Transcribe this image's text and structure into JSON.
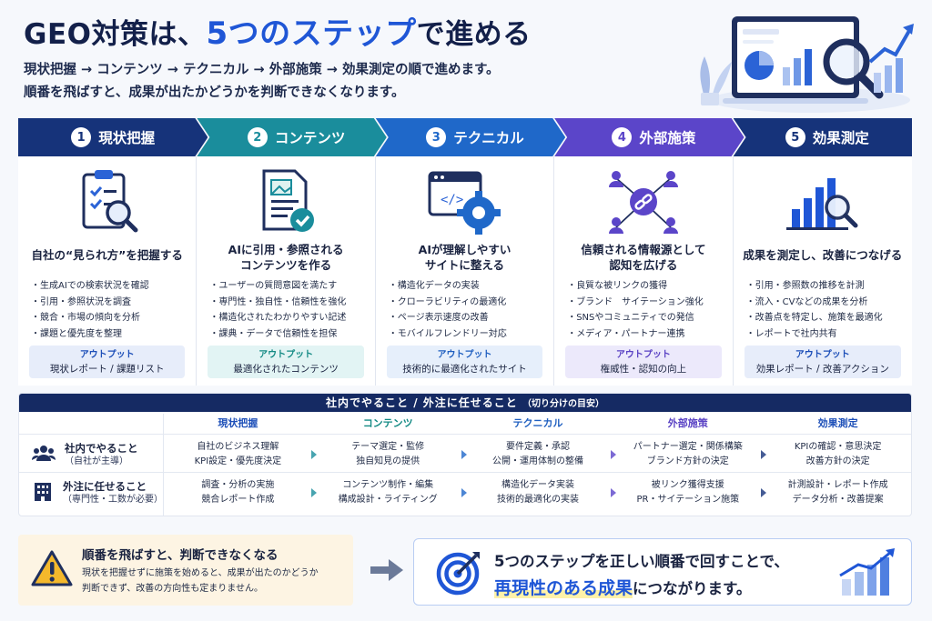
{
  "header": {
    "title_pre": "GEO対策は、",
    "title_accent": "5つのステップ",
    "title_post": "で進める",
    "subtitle_line1": "現状把握 → コンテンツ → テクニカル → 外部施策 → 効果測定の順で進めます。",
    "subtitle_line2": "順番を飛ばすと、成果が出たかどうかを判断できなくなります。"
  },
  "steps": [
    {
      "num": "1",
      "label": "現状把握",
      "color": "#16337a",
      "tint": "#e7edfa",
      "labelcolor": "#1d4fb8",
      "icon": "clipboard-search-icon",
      "title_line1": "自社の“見られ方”を把握する",
      "title_line2": "",
      "items": [
        "生成AIでの検索状況を確認",
        "引用・参照状況を調査",
        "競合・市場の傾向を分析",
        "課題と優先度を整理"
      ],
      "output_label": "アウトプット",
      "output_value": "現状レポート / 課題リスト"
    },
    {
      "num": "2",
      "label": "コンテンツ",
      "color": "#1a8d9c",
      "tint": "#e2f4f4",
      "labelcolor": "#138a84",
      "icon": "document-check-icon",
      "title_line1": "AIに引用・参照される",
      "title_line2": "コンテンツを作る",
      "items": [
        "ユーザーの質問意図を満たす",
        "専門性・独自性・信頼性を強化",
        "構造化されたわかりやすい記述",
        "課典・データで信頼性を担保"
      ],
      "output_label": "アウトプット",
      "output_value": "最適化されたコンテンツ"
    },
    {
      "num": "3",
      "label": "テクニカル",
      "color": "#1f68c9",
      "tint": "#e6effb",
      "labelcolor": "#1f5fc0",
      "icon": "code-gear-icon",
      "title_line1": "AIが理解しやすい",
      "title_line2": "サイトに整える",
      "items": [
        "構造化データの実装",
        "クローラビリティの最適化",
        "ページ表示速度の改善",
        "モバイルフレンドリー対応"
      ],
      "output_label": "アウトプット",
      "output_value": "技術的に最適化されたサイト"
    },
    {
      "num": "4",
      "label": "外部施策",
      "color": "#5b45c9",
      "tint": "#ece9fb",
      "labelcolor": "#5a42c4",
      "icon": "network-link-icon",
      "title_line1": "信頼される情報源として",
      "title_line2": "認知を広げる",
      "items": [
        "良質な被リンクの獲得",
        "ブランド　サイテーション強化",
        "SNSやコミュニティでの発信",
        "メディア・パートナー連携"
      ],
      "output_label": "アウトプット",
      "output_value": "権威性・認知の向上"
    },
    {
      "num": "5",
      "label": "効果測定",
      "color": "#16337a",
      "tint": "#e7edfa",
      "labelcolor": "#1d4fb8",
      "icon": "chart-search-icon",
      "title_line1": "成果を測定し、改善につなげる",
      "title_line2": "",
      "items": [
        "引用・参照数の推移を計測",
        "流入・CVなどの成果を分析",
        "改善点を特定し、施策を最適化",
        "レポートで社内共有"
      ],
      "output_label": "アウトプット",
      "output_value": "効果レポート / 改善アクション"
    }
  ],
  "division": {
    "title": "社内でやること / 外注に任せること",
    "title_note": "（切り分けの目安）",
    "columns": [
      "現状把握",
      "コンテンツ",
      "テクニカル",
      "外部施策",
      "効果測定"
    ],
    "rows": [
      {
        "label": "社内でやること",
        "sublabel": "（自社が主導）",
        "icon": "team-icon",
        "cells": [
          [
            "自社のビジネス理解",
            "KPI設定・優先度決定"
          ],
          [
            "テーマ選定・監修",
            "独自知見の提供"
          ],
          [
            "要件定義・承認",
            "公開・運用体制の整備"
          ],
          [
            "パートナー選定・関係構築",
            "ブランド方針の決定"
          ],
          [
            "KPIの確認・意思決定",
            "改善方針の決定"
          ]
        ]
      },
      {
        "label": "外注に任せること",
        "sublabel": "（専門性・工数が必要）",
        "icon": "building-icon",
        "cells": [
          [
            "調査・分析の実施",
            "競合レポート作成"
          ],
          [
            "コンテンツ制作・編集",
            "構成設計・ライティング"
          ],
          [
            "構造化データ実装",
            "技術的最適化の実装"
          ],
          [
            "被リンク獲得支援",
            "PR・サイテーション施策"
          ],
          [
            "計測設計・レポート作成",
            "データ分析・改善提案"
          ]
        ]
      }
    ]
  },
  "warning": {
    "title": "順番を飛ばすと、判断できなくなる",
    "line1": "現状を把握せずに施策を始めると、成果が出たのかどうか",
    "line2": "判断できず、改善の方向性も定まりません。"
  },
  "conclusion": {
    "line1": "5つのステップを正しい順番で回すことで、",
    "highlight": "再現性のある成果",
    "line2_post": "につながります。"
  },
  "colors": {
    "accent": "#1f56d6",
    "navy": "#152a63",
    "warning_bg": "#fdf4e3"
  }
}
